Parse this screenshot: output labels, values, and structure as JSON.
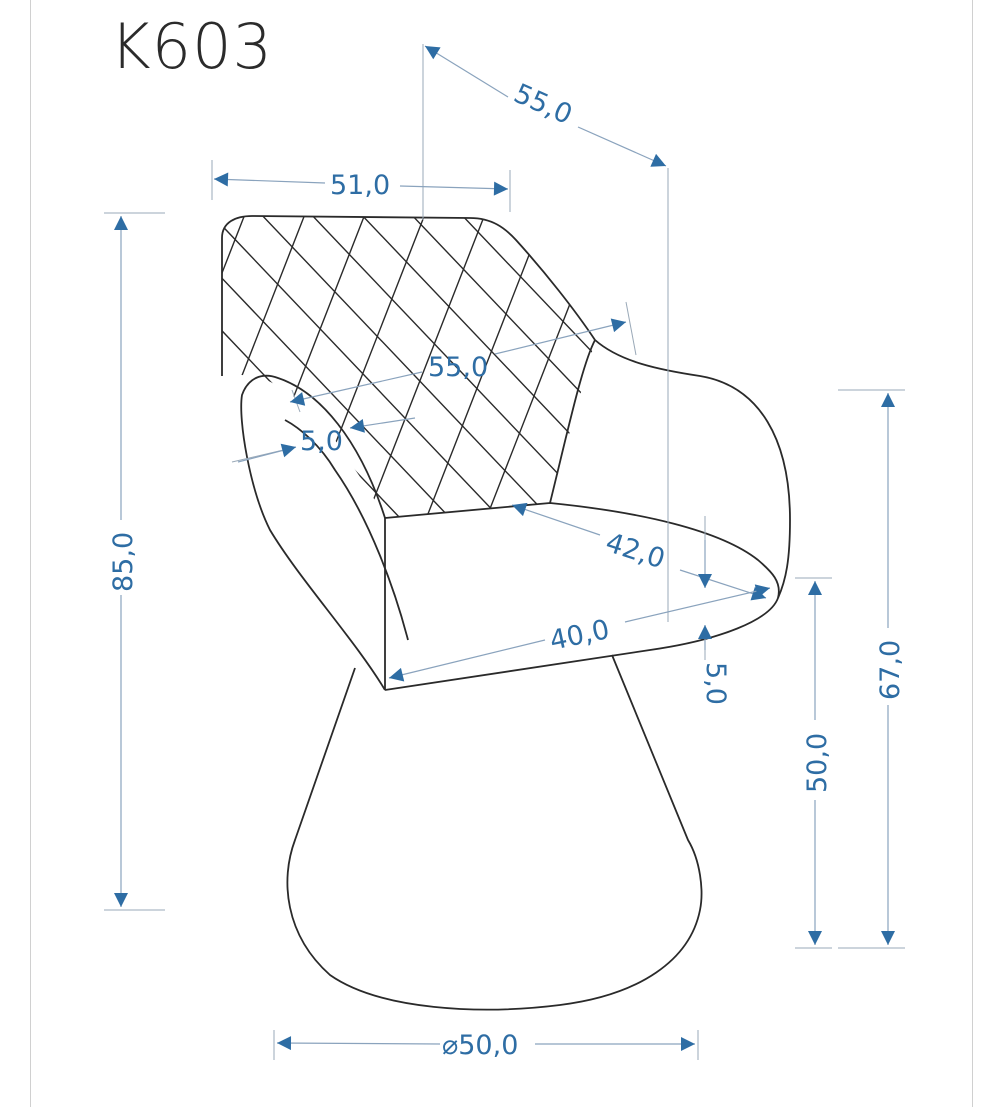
{
  "title": "K603",
  "colors": {
    "dimension": "#2e6da4",
    "outline": "#2a2a2a",
    "frame": "#d0d0d0"
  },
  "dimensions": {
    "total_depth": "55,0",
    "total_width": "51,0",
    "seat_width": "55,0",
    "cushion_thickness": "5,0",
    "total_height": "85,0",
    "armrest_height": "67,0",
    "seat_depth": "42,0",
    "seat_front_width": "40,0",
    "seat_thickness": "5,0",
    "seat_height": "50,0",
    "base_diameter": "⌀50,0"
  }
}
